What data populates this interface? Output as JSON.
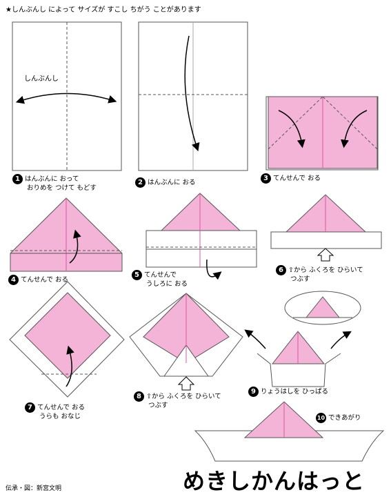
{
  "header": {
    "note": "★しんぶんし によって サイズが すこし ちがう ことがあります"
  },
  "diagram": {
    "paper_label": "しんぶんし",
    "colors": {
      "pink": "#f4b4d8",
      "crease": "#e0559f",
      "outline": "#555555"
    }
  },
  "steps": [
    {
      "num": "1",
      "line1": "はんぶんに おって",
      "line2": "おりめを つけて もどす"
    },
    {
      "num": "2",
      "line1": "はんぶんに おる",
      "line2": ""
    },
    {
      "num": "3",
      "line1": "てんせんで おる",
      "line2": ""
    },
    {
      "num": "4",
      "line1": "てんせんで おる",
      "line2": ""
    },
    {
      "num": "5",
      "line1": "てんせんで",
      "line2": "うしろに おる"
    },
    {
      "num": "6",
      "line1": "⇧から ふくろを ひらいて",
      "line2": "つぶす"
    },
    {
      "num": "7",
      "line1": "てんせんで おる",
      "line2": "うらも おなじ"
    },
    {
      "num": "8",
      "line1": "⇧から ふくろを ひらいて",
      "line2": "つぶす"
    },
    {
      "num": "9",
      "line1": "りょうはしを ひっぱる",
      "line2": ""
    },
    {
      "num": "10",
      "line1": "できあがり",
      "line2": ""
    }
  ],
  "footer": {
    "credit": "伝承・図：新宮文明",
    "title": "めきしかんはっと"
  }
}
